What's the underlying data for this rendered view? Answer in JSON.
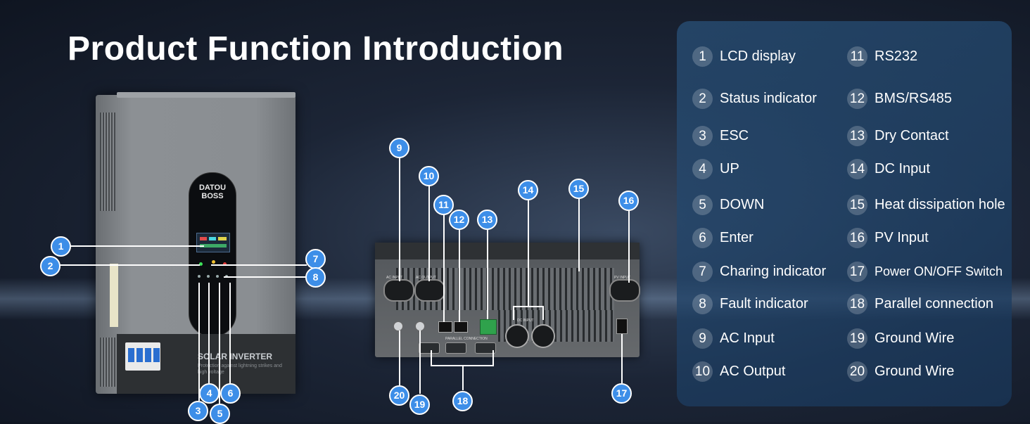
{
  "title": "Product Function Introduction",
  "front_unit": {
    "logo_line1": "DATOU",
    "logo_line2": "BOSS",
    "brand_text": "SOLAR INVERTER",
    "brand_subtext": "Protection against lightning strikes and high voltage"
  },
  "rear_unit": {
    "label_ac_input": "AC INPUT",
    "label_ac_output": "AC OUTPUT",
    "label_dc_input": "DC INPUT",
    "label_pv_input": "PV INPUT",
    "label_parallel": "PARALLEL CONNECTION"
  },
  "callouts": [
    "1",
    "2",
    "3",
    "4",
    "5",
    "6",
    "7",
    "8",
    "9",
    "10",
    "11",
    "12",
    "13",
    "14",
    "15",
    "16",
    "17",
    "18",
    "19",
    "20"
  ],
  "legend": [
    {
      "num": "1",
      "label": "LCD display"
    },
    {
      "num": "2",
      "label": "Status indicator"
    },
    {
      "num": "3",
      "label": "ESC"
    },
    {
      "num": "4",
      "label": "UP"
    },
    {
      "num": "5",
      "label": "DOWN"
    },
    {
      "num": "6",
      "label": "Enter"
    },
    {
      "num": "7",
      "label": "Charing indicator"
    },
    {
      "num": "8",
      "label": "Fault indicator"
    },
    {
      "num": "9",
      "label": "AC Input"
    },
    {
      "num": "10",
      "label": "AC Output"
    },
    {
      "num": "11",
      "label": "RS232"
    },
    {
      "num": "12",
      "label": "BMS/RS485"
    },
    {
      "num": "13",
      "label": "Dry Contact"
    },
    {
      "num": "14",
      "label": "DC Input"
    },
    {
      "num": "15",
      "label": "Heat dissipation hole"
    },
    {
      "num": "16",
      "label": "PV Input"
    },
    {
      "num": "17",
      "label": "Power ON/OFF Switch"
    },
    {
      "num": "18",
      "label": "Parallel connection"
    },
    {
      "num": "19",
      "label": "Ground Wire"
    },
    {
      "num": "20",
      "label": "Ground Wire"
    }
  ],
  "colors": {
    "badge": "#3d8ee8",
    "panel": "#1f4a72",
    "title": "#ffffff"
  }
}
